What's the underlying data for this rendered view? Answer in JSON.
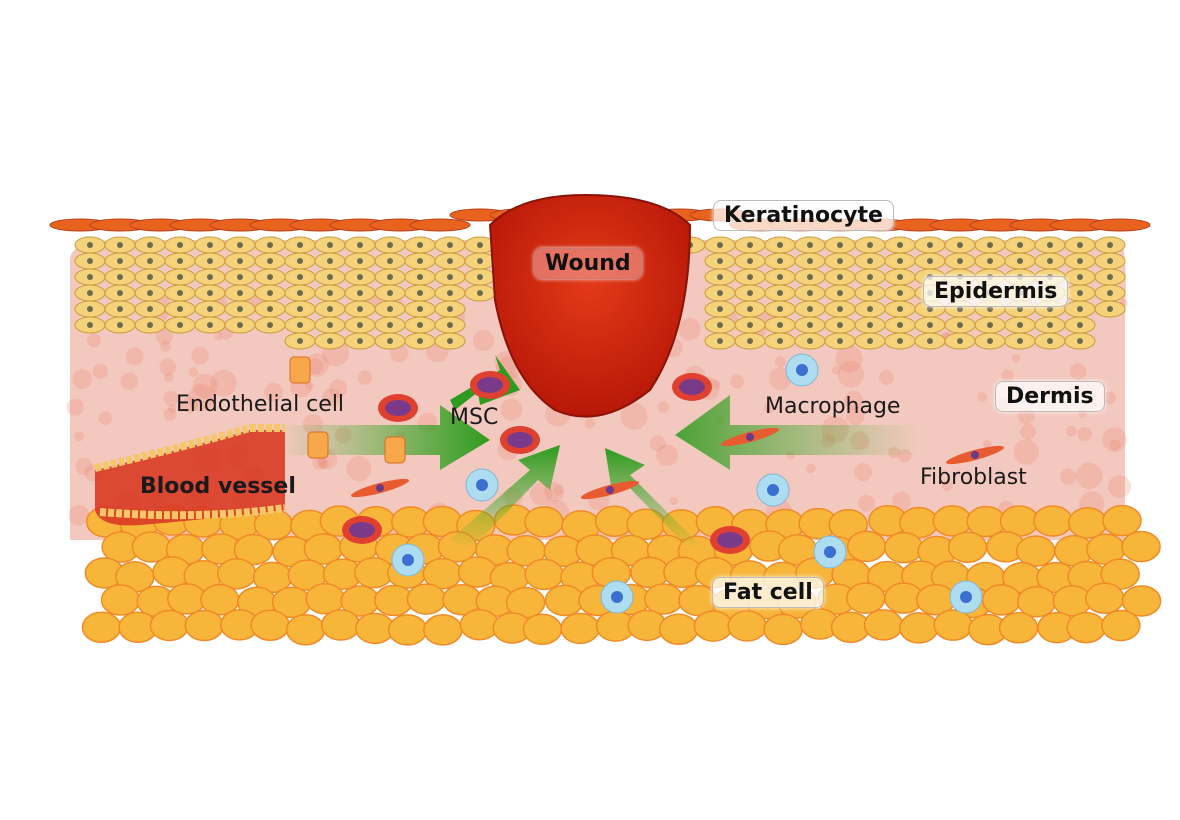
{
  "labels": {
    "keratinocyte": "Keratinocyte",
    "wound": "Wound",
    "epidermis": "Epidermis",
    "dermis": "Dermis",
    "endothelial_cell": "Endothelial cell",
    "msc": "MSC",
    "macrophage": "Macrophage",
    "fibroblast": "Fibroblast",
    "blood_vessel": "Blood vessel",
    "fat_cell": "Fat cell"
  },
  "colors": {
    "wound": "#d42a10",
    "keratinocyte": "#e8641e",
    "epidermis_cell": "#f6d27a",
    "dermis": "#f4c6bc",
    "fat_cell": "#f7b63a",
    "arrow": "#3fae2a",
    "macrophage": "#aedcf0"
  }
}
